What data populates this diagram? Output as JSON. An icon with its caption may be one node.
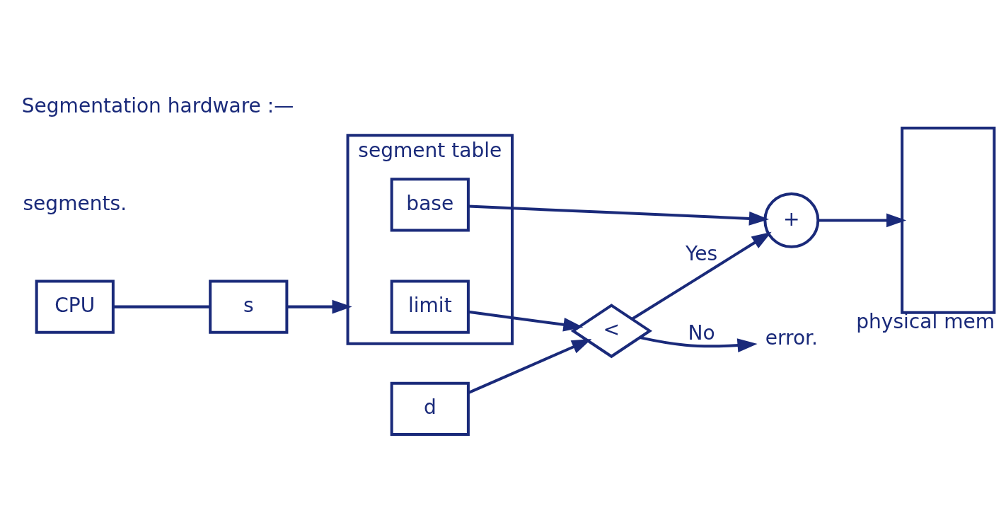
{
  "diagram": {
    "title": "Segmentation hardware :—",
    "nodes": [
      {
        "text": [
          "CPU"
        ]
      },
      {
        "text": [
          "s"
        ]
      },
      {
        "text": [
          "d"
        ]
      },
      {
        "text": [
          "segment table"
        ]
      },
      {
        "text": [
          "limit"
        ],
        "in": 3
      },
      {
        "text": [
          "base"
        ],
        "in": 3
      },
      {
        "text": [
          "<"
        ]
      },
      {
        "text": [
          "+"
        ]
      },
      {
        "text": [],
        "shape": "box",
        "beside": [
          "physical mem"
        ]
      },
      {
        "text": [
          "error."
        ]
      }
    ],
    "edges": [
      {
        "from": 0,
        "to": 1,
        "arrow": "none"
      },
      {
        "from": 1,
        "to": 3,
        "arrow": "to"
      },
      {
        "from": 2,
        "to": 6,
        "arrow": "to"
      },
      {
        "from": 4,
        "to": 6,
        "arrow": "to"
      },
      {
        "from": 5,
        "to": 7,
        "arrow": "to"
      },
      {
        "from": 6,
        "to": 7,
        "arrow": "to",
        "label": "Yes"
      },
      {
        "from": 7,
        "to": 8,
        "arrow": "to"
      },
      {
        "from": 6,
        "to": 9,
        "arrow": "to",
        "label": "No"
      }
    ],
    "labels": [
      "segments."
    ]
  }
}
